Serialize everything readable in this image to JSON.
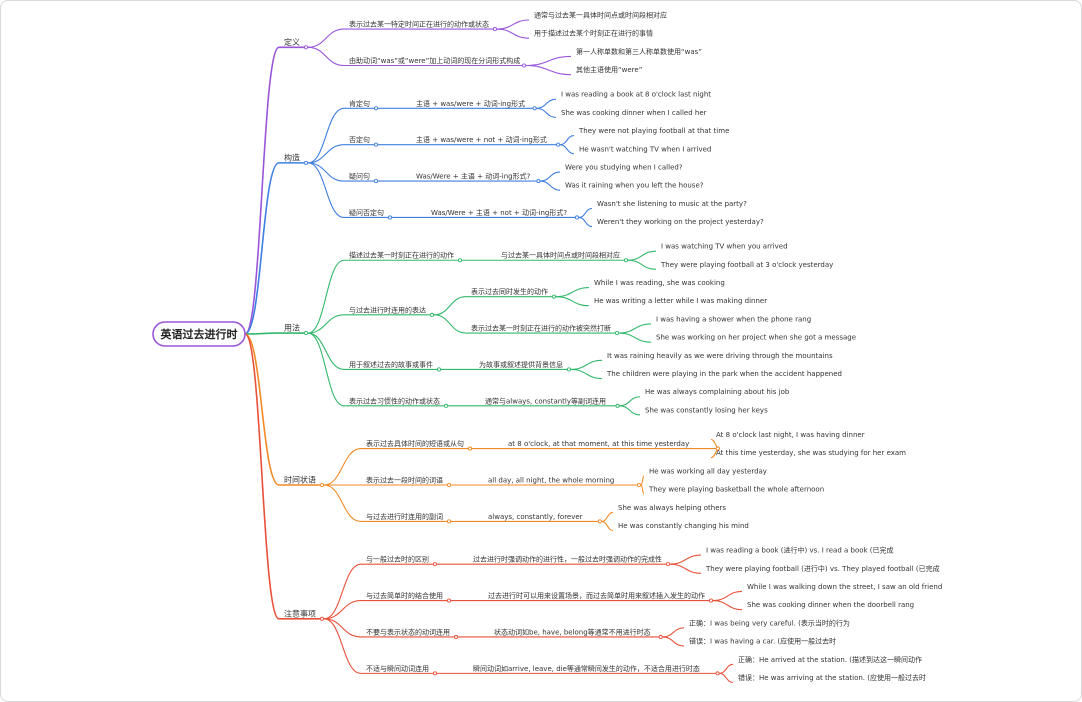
{
  "root": "英语过去进行时",
  "branches": [
    {
      "label": "定义",
      "color": "#9a55d9",
      "children": [
        {
          "label": "表示过去某一特定时间正在进行的动作或状态",
          "children": [
            {
              "label": "通常与过去某一具体时间点或时间段相对应"
            },
            {
              "label": "用于描述过去某个时刻正在进行的事情"
            }
          ]
        },
        {
          "label": "由助动词“was”或“were”加上动词的现在分词形式构成",
          "children": [
            {
              "label": "第一人称单数和第三人称单数使用“was”"
            },
            {
              "label": "其他主语使用“were”"
            }
          ]
        }
      ]
    },
    {
      "label": "构造",
      "color": "#3f7fe0",
      "children": [
        {
          "label": "肯定句",
          "children": [
            {
              "label": "主语 + was/were + 动词-ing形式",
              "children": [
                {
                  "label": "I was reading a book at 8 o'clock last night"
                },
                {
                  "label": "She was cooking dinner when I called her"
                }
              ]
            }
          ]
        },
        {
          "label": "否定句",
          "children": [
            {
              "label": "主语 + was/were + not + 动词-ing形式",
              "children": [
                {
                  "label": "They were not playing football at that time"
                },
                {
                  "label": "He wasn't watching TV when I arrived"
                }
              ]
            }
          ]
        },
        {
          "label": "疑问句",
          "children": [
            {
              "label": "Was/Were + 主语 + 动词-ing形式?",
              "children": [
                {
                  "label": "Were you studying when I called?"
                },
                {
                  "label": "Was it raining when you left the house?"
                }
              ]
            }
          ]
        },
        {
          "label": "疑问否定句",
          "children": [
            {
              "label": "Was/Were + 主语 + not + 动词-ing形式?",
              "children": [
                {
                  "label": "Wasn't she listening to music at the party?"
                },
                {
                  "label": "Weren't they working on the project yesterday?"
                }
              ]
            }
          ]
        }
      ]
    },
    {
      "label": "用法",
      "color": "#33b86b",
      "children": [
        {
          "label": "描述过去某一时刻正在进行的动作",
          "children": [
            {
              "label": "与过去某一具体时间点或时间段相对应",
              "children": [
                {
                  "label": "I was watching TV when you arrived"
                },
                {
                  "label": "They were playing football at 3 o'clock yesterday"
                }
              ]
            }
          ]
        },
        {
          "label": "与过去进行时连用的表达",
          "children": [
            {
              "label": "表示过去同时发生的动作",
              "children": [
                {
                  "label": "While I was reading, she was cooking"
                },
                {
                  "label": "He was writing a letter while I was making dinner"
                }
              ]
            },
            {
              "label": "表示过去某一时刻正在进行的动作被突然打断",
              "children": [
                {
                  "label": "I was having a shower when the phone rang"
                },
                {
                  "label": "She was working on her project when she got a message"
                }
              ]
            }
          ]
        },
        {
          "label": "用于叙述过去的故事或事件",
          "children": [
            {
              "label": "为故事或叙述提供背景信息",
              "children": [
                {
                  "label": "It was raining heavily as we were driving through the mountains"
                },
                {
                  "label": "The children were playing in the park when the accident happened"
                }
              ]
            }
          ]
        },
        {
          "label": "表示过去习惯性的动作或状态",
          "children": [
            {
              "label": "通常与always, constantly等副词连用",
              "children": [
                {
                  "label": "He was always complaining about his job"
                },
                {
                  "label": "She was constantly losing her keys"
                }
              ]
            }
          ]
        }
      ]
    },
    {
      "label": "时间状语",
      "color": "#f08a24",
      "children": [
        {
          "label": "表示过去具体时间的短语或从句",
          "children": [
            {
              "label": "at 8 o'clock, at that moment, at this time yesterday",
              "children": [
                {
                  "label": "At 8 o'clock last night, I was having dinner"
                },
                {
                  "label": "At this time yesterday, she was studying for her exam"
                }
              ]
            }
          ]
        },
        {
          "label": "表示过去一段时间的词语",
          "children": [
            {
              "label": "all day, all night, the whole morning",
              "children": [
                {
                  "label": "He was working all day yesterday"
                },
                {
                  "label": "They were playing basketball the whole afternoon"
                }
              ]
            }
          ]
        },
        {
          "label": "与过去进行时连用的副词",
          "children": [
            {
              "label": "always, constantly, forever",
              "children": [
                {
                  "label": "She was always helping others"
                },
                {
                  "label": "He was constantly changing his mind"
                }
              ]
            }
          ]
        }
      ]
    },
    {
      "label": "注意事项",
      "color": "#e8503a",
      "children": [
        {
          "label": "与一般过去时的区别",
          "children": [
            {
              "label": "过去进行时强调动作的进行性，一般过去时强调动作的完成性",
              "children": [
                {
                  "label": "I was reading a book (进行中) vs. I read a book (已完成"
                },
                {
                  "label": "They were playing football (进行中) vs. They played football (已完成"
                }
              ]
            }
          ]
        },
        {
          "label": "与过去简单时的结合使用",
          "children": [
            {
              "label": "过去进行时可以用来设置场景，而过去简单时用来叙述插入发生的动作",
              "children": [
                {
                  "label": "While I was walking down the street, I saw an old friend"
                },
                {
                  "label": "She was cooking dinner when the doorbell rang"
                }
              ]
            }
          ]
        },
        {
          "label": "不要与表示状态的动词连用",
          "children": [
            {
              "label": "状态动词如be, have, belong等通常不用进行时态",
              "children": [
                {
                  "label": "正确：I was being very careful. (表示当时的行为"
                },
                {
                  "label": "错误：I was having a car. (应使用一般过去时"
                }
              ]
            }
          ]
        },
        {
          "label": "不适与瞬间动词连用",
          "children": [
            {
              "label": "瞬间动词如arrive, leave, die等通常瞬间发生的动作，不适合用进行时态",
              "children": [
                {
                  "label": "正确：He arrived at the station. (描述到达这一瞬间动作"
                },
                {
                  "label": "错误：He was arriving at the station. (应使用一般过去时"
                }
              ]
            }
          ]
        }
      ]
    }
  ]
}
